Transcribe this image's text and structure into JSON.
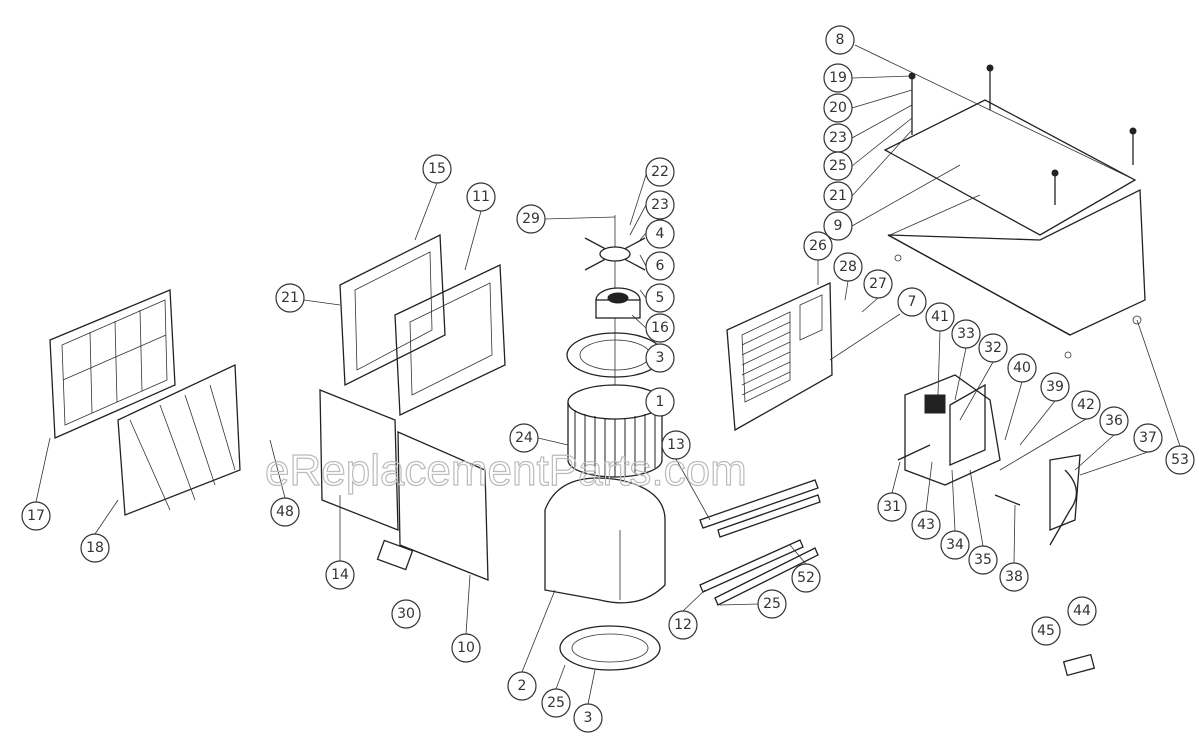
{
  "title": "Exploded parts diagram",
  "watermark": "eReplacementParts.com",
  "callouts": [
    "8",
    "19",
    "20",
    "23",
    "25",
    "21",
    "9",
    "26",
    "28",
    "27",
    "7",
    "41",
    "33",
    "32",
    "40",
    "39",
    "42",
    "36",
    "37",
    "53",
    "31",
    "43",
    "34",
    "35",
    "38",
    "45",
    "44",
    "22",
    "23",
    "4",
    "6",
    "5",
    "16",
    "3",
    "1",
    "13",
    "24",
    "29",
    "15",
    "11",
    "21",
    "17",
    "18",
    "48",
    "14",
    "30",
    "10",
    "2",
    "25",
    "3",
    "12",
    "25",
    "52"
  ]
}
